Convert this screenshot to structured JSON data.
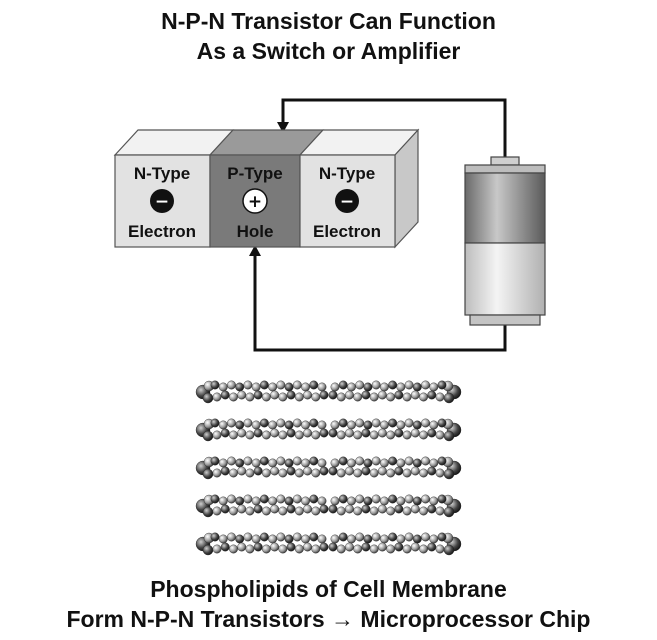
{
  "header": {
    "title_line1": "N-P-N Transistor Can Function",
    "title_line2": "As a Switch or Amplifier"
  },
  "transistor": {
    "left_block": {
      "type_label": "N-Type",
      "carrier_label": "Electron",
      "sign": "−"
    },
    "middle_block": {
      "type_label": "P-Type",
      "carrier_label": "Hole",
      "sign": "+"
    },
    "right_block": {
      "type_label": "N-Type",
      "carrier_label": "Electron",
      "sign": "−"
    }
  },
  "footer": {
    "title_line1": "Phospholipids of Cell Membrane",
    "title_line2": "Form N-P-N Transistors → Microprocessor Chip"
  },
  "colors": {
    "n_block_face": "#e2e2e2",
    "p_block_face": "#7a7a7a",
    "wire": "#111111",
    "battery": "#9a9a9a"
  },
  "membrane": {
    "rows": 5,
    "halves_per_row": 2
  }
}
